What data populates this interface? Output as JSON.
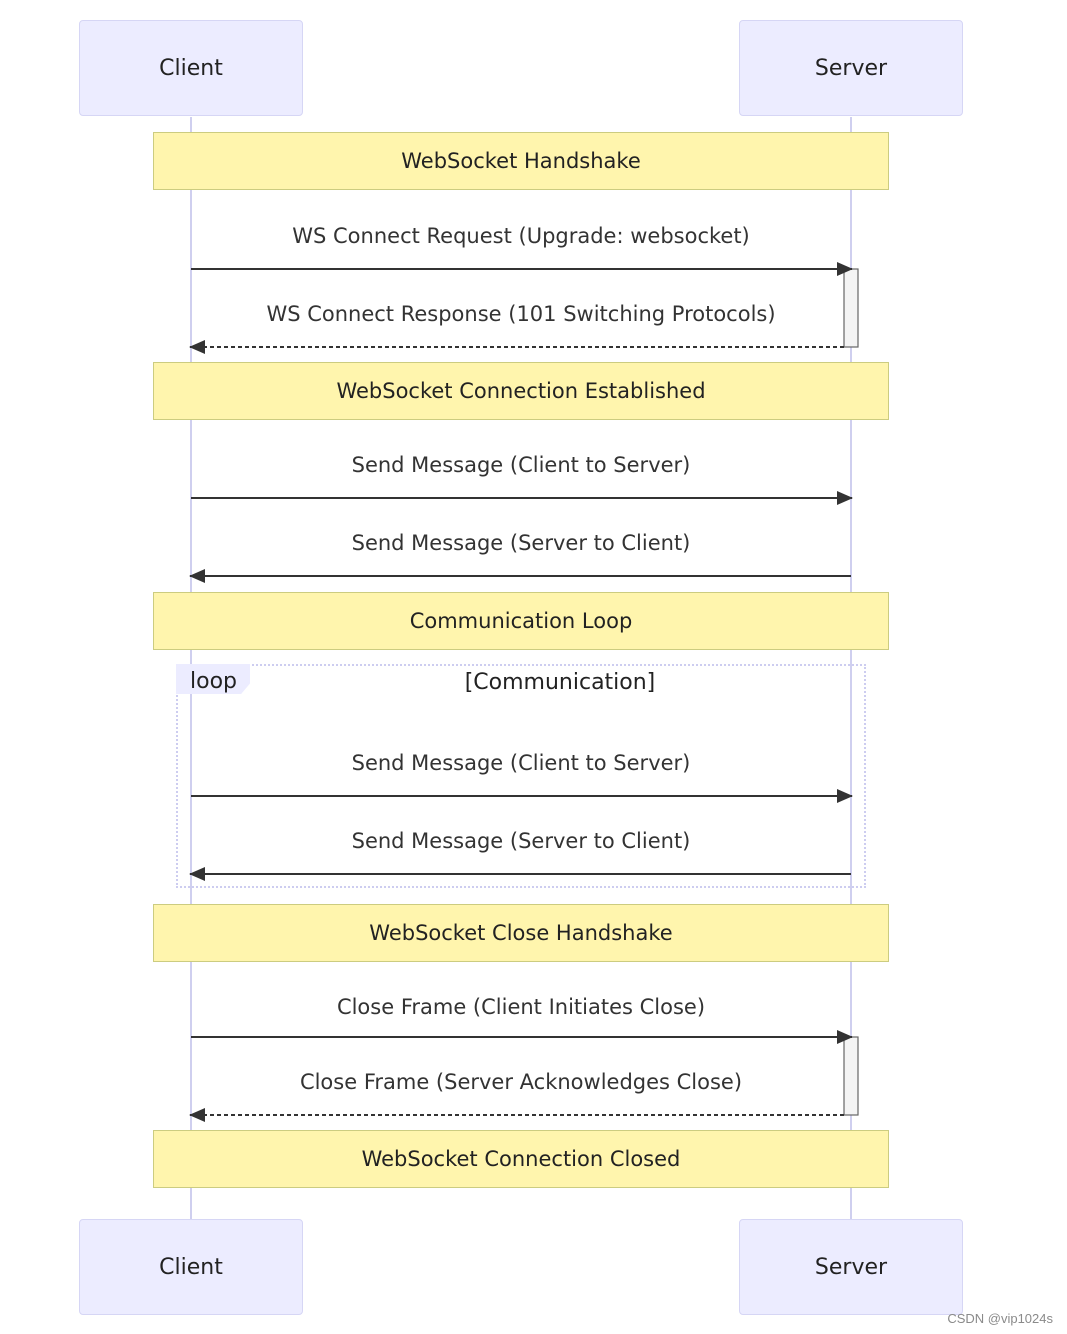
{
  "actors": {
    "client": "Client",
    "server": "Server"
  },
  "notes": {
    "handshake": "WebSocket Handshake",
    "established": "WebSocket Connection Established",
    "loop": "Communication Loop",
    "close_handshake": "WebSocket Close Handshake",
    "closed": "WebSocket Connection Closed"
  },
  "messages": {
    "connect_request": "WS Connect Request (Upgrade: websocket)",
    "connect_response": "WS Connect Response (101 Switching Protocols)",
    "send_c2s_1": "Send Message (Client to Server)",
    "send_s2c_1": "Send Message (Server to Client)",
    "send_c2s_2": "Send Message (Client to Server)",
    "send_s2c_2": "Send Message (Server to Client)",
    "close_client": "Close Frame (Client Initiates Close)",
    "close_server": "Close Frame (Server Acknowledges Close)"
  },
  "loop": {
    "tag": "loop",
    "condition": "[Communication]"
  },
  "watermark": "CSDN @vip1024s",
  "colors": {
    "actor_fill": "#ececff",
    "note_fill": "#fff5ad",
    "arrow": "#333333"
  }
}
